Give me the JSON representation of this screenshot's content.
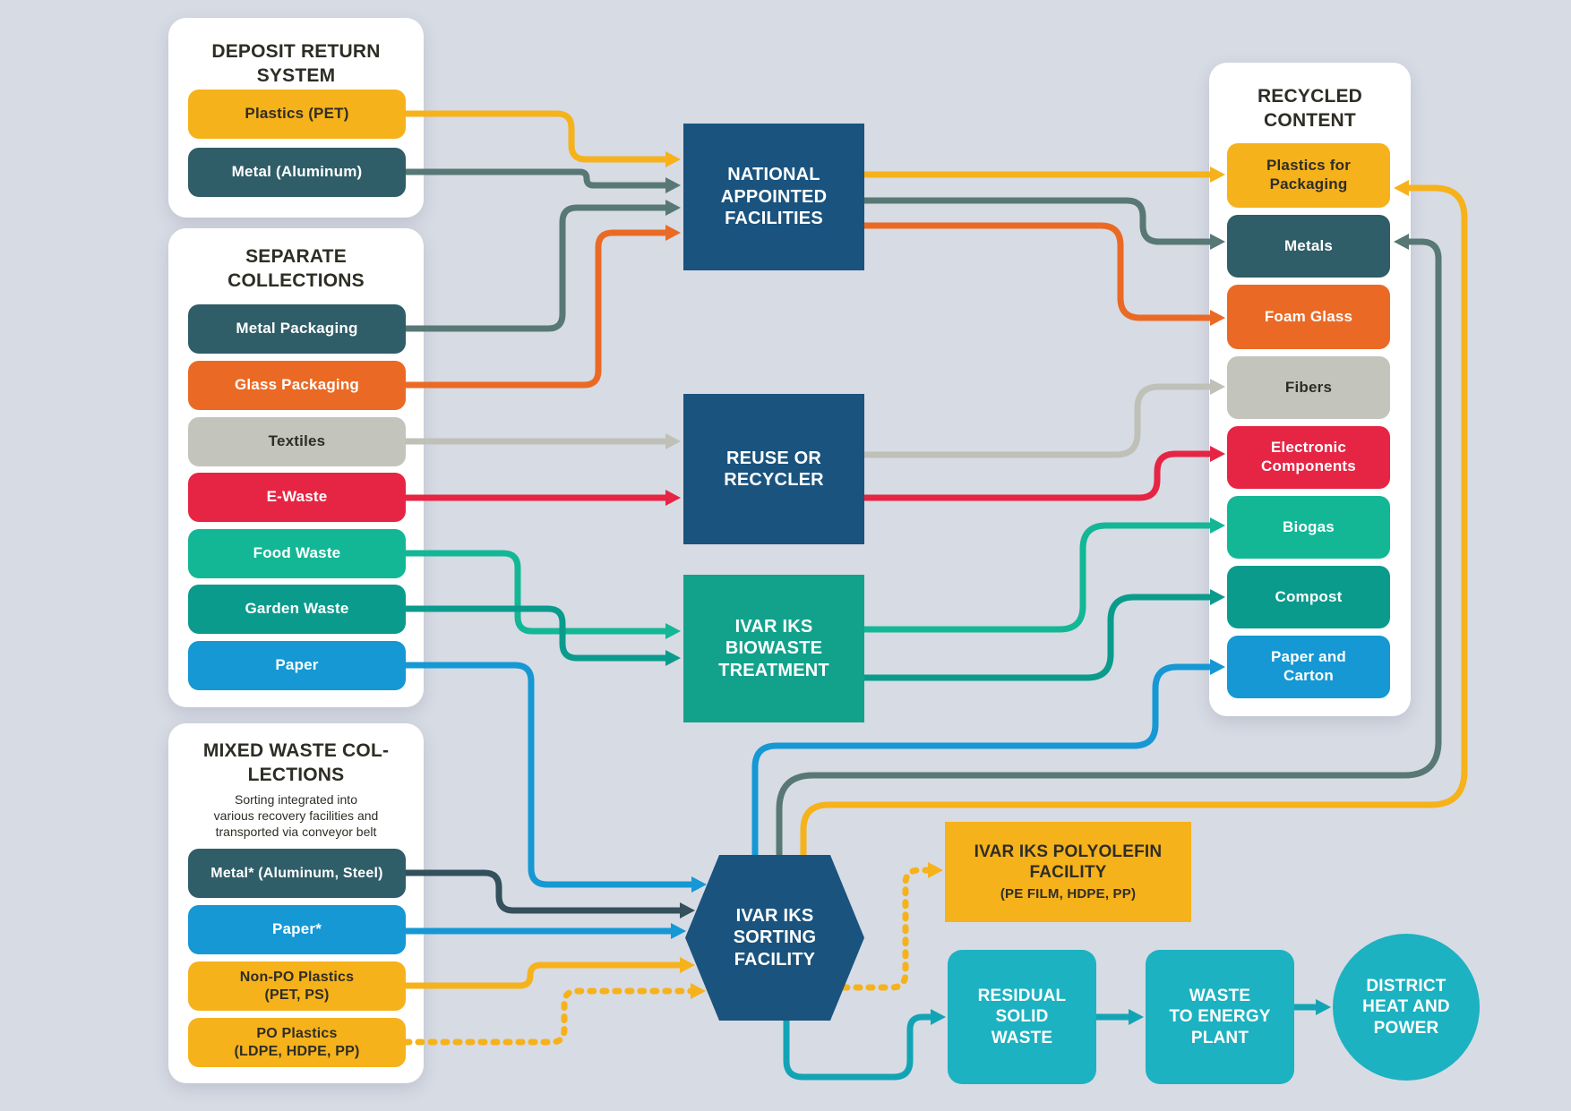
{
  "palette": {
    "background": "#D7DBE4",
    "panel": "#FFFFFF",
    "yellow": "#F6B21B",
    "darkteal": "#2F5D68",
    "tealline": "#587876",
    "dkslate": "#33505C",
    "orange": "#EA6A25",
    "gray": "#C3C5BC",
    "grayline": "#BFC1B8",
    "red": "#E62544",
    "green": "#13B795",
    "dkgreen": "#0A9B8C",
    "blue": "#1598D4",
    "navy": "#19537E",
    "bioteal": "#12A28C",
    "cyan": "#1CB2C1",
    "cyanline": "#12A4B5",
    "dark_text": "#2E2D25"
  },
  "panels": {
    "deposit_return": {
      "title": "DEPOSIT RETURN\nSYSTEM"
    },
    "separate_collections": {
      "title": "SEPARATE\nCOLLECTIONS"
    },
    "mixed_waste": {
      "title": "MIXED WASTE COL-\nLECTIONS",
      "subtitle": "Sorting integrated into\nvarious recovery facilities and\ntransported via conveyor belt"
    },
    "recycled_content": {
      "title": "RECYCLED\nCONTENT"
    }
  },
  "nodes": {
    "pet": {
      "label": "Plastics (PET)",
      "color": "yellow"
    },
    "aluminum": {
      "label": "Metal (Aluminum)",
      "color": "darkteal"
    },
    "metalpack": {
      "label": "Metal Packaging",
      "color": "darkteal"
    },
    "glass": {
      "label": "Glass Packaging",
      "color": "orange"
    },
    "textiles": {
      "label": "Textiles",
      "color": "gray"
    },
    "ewaste": {
      "label": "E-Waste",
      "color": "red"
    },
    "food": {
      "label": "Food Waste",
      "color": "green"
    },
    "garden": {
      "label": "Garden Waste",
      "color": "dkgreen"
    },
    "paper": {
      "label": "Paper",
      "color": "blue"
    },
    "metalstar": {
      "label": "Metal* (Aluminum, Steel)",
      "color": "darkteal"
    },
    "paperstar": {
      "label": "Paper*",
      "color": "blue"
    },
    "nonpo": {
      "label": "Non-PO Plastics\n(PET, PS)",
      "color": "yellow"
    },
    "po": {
      "label": "PO Plastics\n(LDPE, HDPE, PP)",
      "color": "yellow"
    },
    "naf": {
      "label": "NATIONAL\nAPPOINTED\nFACILITIES",
      "color": "navy"
    },
    "reuse": {
      "label": "REUSE OR\nRECYCLER",
      "color": "navy"
    },
    "biowaste": {
      "label": "IVAR IKS\nBIOWASTE\nTREATMENT",
      "color": "bioteal"
    },
    "sorting": {
      "label": "IVAR IKS\nSORTING\nFACILITY",
      "color": "navy"
    },
    "plastics_pack": {
      "label": "Plastics for\nPackaging",
      "color": "yellow"
    },
    "metals": {
      "label": "Metals",
      "color": "darkteal"
    },
    "foamglass": {
      "label": "Foam Glass",
      "color": "orange"
    },
    "fibers": {
      "label": "Fibers",
      "color": "gray"
    },
    "electronic": {
      "label": "Electronic\nComponents",
      "color": "red"
    },
    "biogas": {
      "label": "Biogas",
      "color": "green"
    },
    "compost": {
      "label": "Compost",
      "color": "dkgreen"
    },
    "papercarton": {
      "label": "Paper and\nCarton",
      "color": "blue"
    },
    "polyolefin": {
      "label": "IVAR IKS POLYOLEFIN\nFACILITY",
      "sub": "(PE FILM, HDPE, PP)",
      "color": "yellow"
    },
    "residual": {
      "label": "RESIDUAL\nSOLID\nWASTE",
      "color": "cyan"
    },
    "wte": {
      "label": "WASTE\nTO ENERGY\nPLANT",
      "color": "cyan"
    },
    "district": {
      "label": "DISTRICT\nHEAT AND\nPOWER",
      "color": "cyan"
    }
  },
  "connections": [
    {
      "from": "pet",
      "to": "naf",
      "color": "yellow",
      "dashed": false
    },
    {
      "from": "aluminum",
      "to": "naf",
      "color": "tealline",
      "dashed": false
    },
    {
      "from": "metalpack",
      "to": "naf",
      "color": "tealline",
      "dashed": false
    },
    {
      "from": "glass",
      "to": "naf",
      "color": "orange",
      "dashed": false
    },
    {
      "from": "textiles",
      "to": "reuse",
      "color": "grayline",
      "dashed": false
    },
    {
      "from": "ewaste",
      "to": "reuse",
      "color": "red",
      "dashed": false
    },
    {
      "from": "food",
      "to": "biowaste",
      "color": "green",
      "dashed": false
    },
    {
      "from": "garden",
      "to": "biowaste",
      "color": "dkgreen",
      "dashed": false
    },
    {
      "from": "paper",
      "to": "sorting",
      "color": "blue",
      "dashed": false
    },
    {
      "from": "metalstar",
      "to": "sorting",
      "color": "dkslate",
      "dashed": false
    },
    {
      "from": "paperstar",
      "to": "sorting",
      "color": "blue",
      "dashed": false
    },
    {
      "from": "nonpo",
      "to": "sorting",
      "color": "yellow",
      "dashed": false
    },
    {
      "from": "po",
      "to": "sorting",
      "color": "yellow",
      "dashed": true
    },
    {
      "from": "sorting",
      "to": "polyolefin",
      "color": "yellow",
      "dashed": true
    },
    {
      "from": "sorting",
      "to": "residual",
      "color": "cyanline",
      "dashed": false
    },
    {
      "from": "residual",
      "to": "wte",
      "color": "cyanline",
      "dashed": false
    },
    {
      "from": "wte",
      "to": "district",
      "color": "cyanline",
      "dashed": false
    },
    {
      "from": "naf",
      "to": "plastics_pack",
      "color": "yellow",
      "dashed": false
    },
    {
      "from": "naf",
      "to": "metals",
      "color": "tealline",
      "dashed": false
    },
    {
      "from": "naf",
      "to": "foamglass",
      "color": "orange",
      "dashed": false
    },
    {
      "from": "reuse",
      "to": "fibers",
      "color": "grayline",
      "dashed": false
    },
    {
      "from": "reuse",
      "to": "electronic",
      "color": "red",
      "dashed": false
    },
    {
      "from": "biowaste",
      "to": "biogas",
      "color": "green",
      "dashed": false
    },
    {
      "from": "biowaste",
      "to": "compost",
      "color": "dkgreen",
      "dashed": false
    },
    {
      "from": "sorting",
      "to": "papercarton",
      "color": "blue",
      "dashed": false
    },
    {
      "from": "sorting",
      "to": "metals",
      "color": "tealline",
      "dashed": false
    },
    {
      "from": "sorting",
      "to": "plastics_pack",
      "color": "yellow",
      "dashed": false
    }
  ]
}
